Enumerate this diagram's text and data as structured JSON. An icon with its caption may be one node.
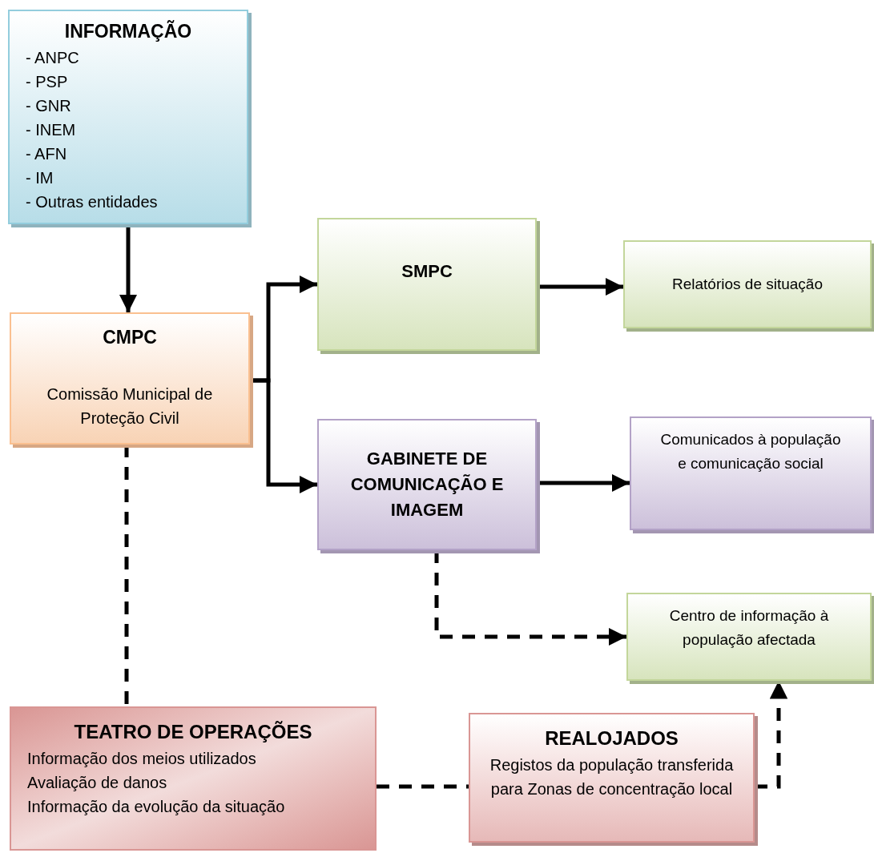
{
  "diagram": {
    "nodes": [
      {
        "text": [
          "INFORMAÇÃO",
          "- ANPC",
          "- PSP",
          "- GNR",
          "- INEM",
          "- AFN",
          "- IM",
          "- Outras entidades"
        ]
      },
      {
        "text": [
          "CMPC",
          "Comissão Municipal de Proteção Civil"
        ]
      },
      {
        "text": [
          "SMPC"
        ]
      },
      {
        "text": [
          "Relatórios de situação"
        ]
      },
      {
        "text": [
          "GABINETE DE COMUNICAÇÃO E IMAGEM"
        ]
      },
      {
        "text": [
          "Comunicados à população e comunicação social"
        ]
      },
      {
        "text": [
          "Centro de informação à população afectada"
        ]
      },
      {
        "text": [
          "TEATRO DE OPERAÇÕES",
          "Informação dos meios utilizados",
          "Avaliação de danos",
          "Informação da evolução da situação"
        ]
      },
      {
        "text": [
          "REALOJADOS",
          "Registos da população transferida para Zonas de concentração local"
        ]
      }
    ],
    "edges": [
      {
        "from": 0,
        "to": 1,
        "arrow": "to"
      },
      {
        "from": 1,
        "to": 2,
        "arrow": "to"
      },
      {
        "from": 1,
        "to": 4,
        "arrow": "to"
      },
      {
        "from": 2,
        "to": 3,
        "arrow": "to"
      },
      {
        "from": 4,
        "to": 5,
        "arrow": "to"
      },
      {
        "from": 4,
        "to": 6,
        "arrow": "to",
        "style": "dashed"
      },
      {
        "from": 1,
        "to": 7,
        "arrow": "none",
        "style": "dashed"
      },
      {
        "from": 7,
        "to": 8,
        "arrow": "none",
        "style": "dashed"
      },
      {
        "from": 8,
        "to": 6,
        "arrow": "to",
        "style": "dashed"
      }
    ]
  }
}
